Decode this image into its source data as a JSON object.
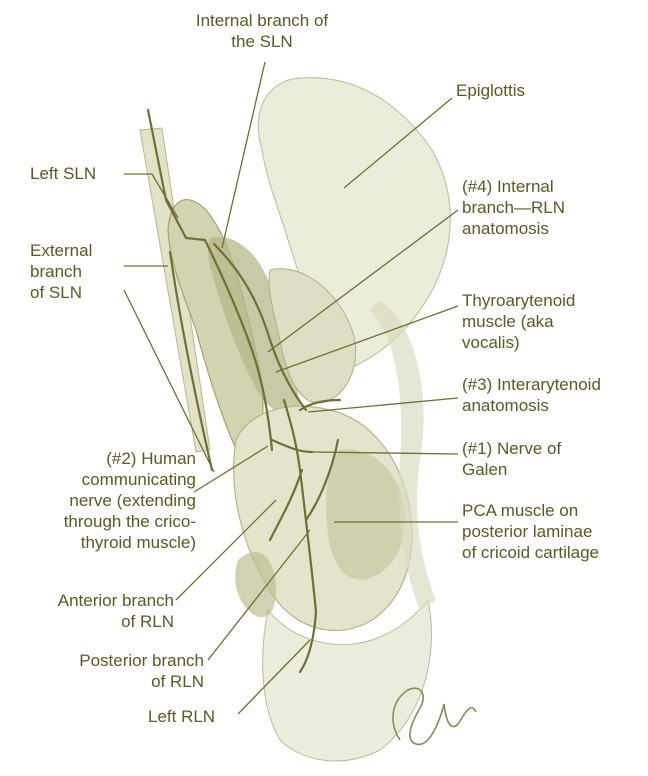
{
  "colors": {
    "text": "#5a5a22",
    "leader_line": "#6f6f30",
    "nerve": "#707034",
    "tissue_light": "#e9e9d6",
    "tissue_mid": "#cfcfad",
    "tissue_dark": "#a9a97c",
    "signature": "#8b8b5a"
  },
  "labels": {
    "internal_branch_sln": "Internal branch of\nthe SLN",
    "epiglottis": "Epiglottis",
    "left_sln": "Left SLN",
    "internal_branch_rln": "(#4) Internal\nbranch—RLN\nanatomosis",
    "external_branch_sln": "External\nbranch\nof SLN",
    "thyroarytenoid": "Thyroarytenoid\nmuscle (aka\nvocalis)",
    "interarytenoid": "(#3) Interarytenoid\nanatomosis",
    "nerve_of_galen": "(#1) Nerve of\nGalen",
    "human_communicating": "(#2) Human\ncommunicating\nnerve (extending\nthrough the crico-\nthyroid muscle)",
    "pca_muscle": "PCA muscle on\nposterior laminae\nof cricoid cartilage",
    "anterior_branch_rln": "Anterior branch\nof RLN",
    "posterior_branch_rln": "Posterior branch\nof RLN",
    "left_rln": "Left RLN"
  }
}
